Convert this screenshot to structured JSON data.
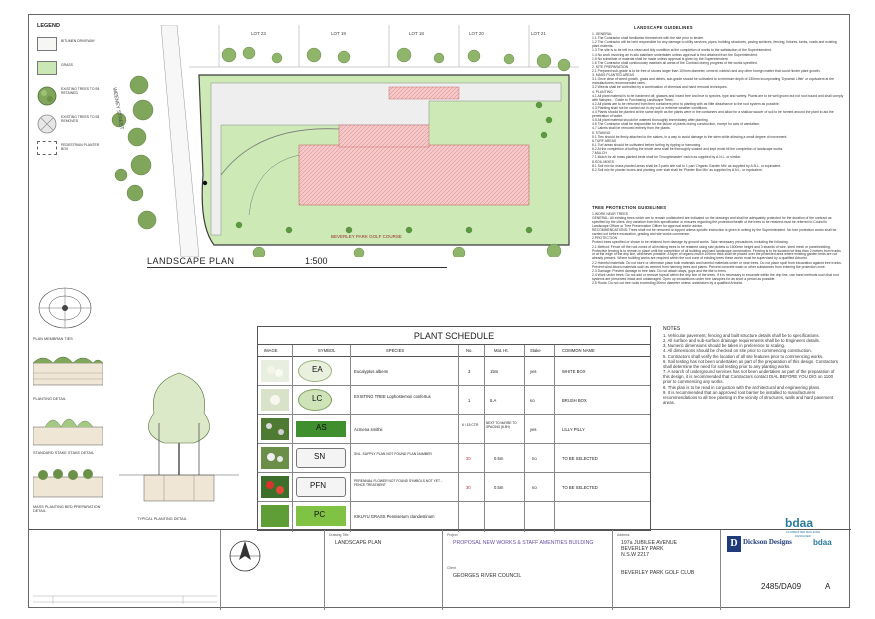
{
  "legend": {
    "title": "LEGEND",
    "items": [
      {
        "label": "BITUMEN DRIVEWAY",
        "swatch": "#f6f6f4"
      },
      {
        "label": "GRASS",
        "swatch": "#c9e8b3"
      },
      {
        "label": "EXISTING TREES TO BE RETAINED",
        "swatch": "#7fa65a"
      },
      {
        "label": "EXISTING TREES TO BE REMOVED",
        "swatch": "#e7e7e7"
      },
      {
        "label": "PEDESTRIAN PLANTER BOX",
        "swatch": "#ffffff"
      }
    ]
  },
  "plan": {
    "title": "LANDSCAPE PLAN",
    "scale": "1:500",
    "street": "WEENEY STREET",
    "golf_course": "BEVERLEY PARK GOLF COURSE",
    "lots": [
      "LOT 23",
      "LOT 19",
      "LOT 18",
      "LOT 20",
      "LOT 21"
    ]
  },
  "guidelines": {
    "title": "LANDSCAPE GUIDELINES",
    "paragraphs": [
      "1. GENERAL",
      "1.1 The Contractor shall familiarise themselves with the site prior to tender.",
      "1.2 The Contractor will be held responsible for any damage to utility services, pipes, building structures, paving surfaces, fencing, fixtures, kerbs, roads and existing plant material.",
      "1.3 The site is to be left in a clean and tidy condition at the completion of works to the satisfaction of the Superintendent.",
      "1.4 No work involving an in-situ stabilizer undertaken unless approval is first obtained from the Superintendent.",
      "1.5 No substitute of material shall be made unless approval is given by the Superintendent.",
      "1.6 The Contractor shall continuously maintain all areas of the Contract during progress of the works specified.",
      "2. SITE PREPARATION",
      "2.1 Prepared sub-grade is to be free of stones larger than 100mm diameter, cement, rubbish and any other foreign matter that could hinder plant growth.",
      "3. MASS PLANTED AREAS",
      "3.1 Once clear of weed growth, grass and debris, sub-grade should be cultivated to a minimum depth of 150mm incorporating 'Dynamic Lifter' or equivalent at the manufacturers recommended rates.",
      "3.2 Weeds shall be controlled by a combination of chemical and hand removal techniques.",
      "4. PLANTING",
      "4.1 All plant material is to be hardened off, glasses and insect free and true to species, type and variety. Plants are to be well grown but not root bound and shall comply with Natspec - 'Guide to Purchasing Landscape Trees'.",
      "4.2 All plants are to be removed from their containers prior to planting with as little disturbance to the root system as possible.",
      "4.3 Planting shall not be carried out in dry soil or extreme weather conditions.",
      "4.4 Plants should be planted at the same depth as the plants were in the containers and allow for a shallow saucer of soil to be formed around the plant to aid the penetration of water.",
      "4.5 All plant material should be watered thoroughly immediately after planting.",
      "4.6 The Contractor shall be responsible for the failure of plants during construction, except for acts of vandalism.",
      "4.7 Labels shall be removed entirely from the plants.",
      "5. STAKING",
      "5.1 Ties should be firmly attached to the stakes, in a way to avoid damage to the stem while allowing a small degree of movement.",
      "6.TURF AREAS",
      "6.1 Turf areas should be cultivated before turfing by ripping or harrowing.",
      "6.2 At the completion of turfing the whole area shall be thoroughly soaked and kept moist till the completion of landscape works.",
      "7.MULCH",
      "7.1 Mulch for all mass planted beds shall be 'Droughtmaster' mulch as supplied by A.N.L. or similar.",
      "8.SOIL MIXES",
      "8.1 Soil mix for mass planted areas shall be 3 parts site soil to 1 part 'Organic Garden Mix' as supplied by A.N.L. or equivalent.",
      "8.2 Soil mix for planter boxes and planting over slab shall be 'Planter Box Mix' as supplied by A.N.L. or equivalent."
    ]
  },
  "tree_protection": {
    "title": "TREE PROTECTION GUIDELINES",
    "paragraphs": [
      "1.WORK NEAR TREES",
      "GENERAL: All existing trees which are to remain undisturbed are indicated on the drawings and shall be adequately protected for the duration of the contract as specified by the client. Any variation from this specification or ensures regarding the protection/health of the trees to be retained must be referred to Council's Landscape Officer or Tree Preservation Officer for approval and/or advice.",
      "RECOMMENDATIONS: Trees shall not be removed or lopped unless specific instruction is given in writing by the Superintendent. No tree protection works shall be carried out before excavation, grading and site works commence.",
      "2.PROTECTION",
      "Protect trees specified or shown to be retained from damage by ground works. Take necessary precautions, including the following:",
      "2.1 Method: Fence off the root zones of all existing trees to be retained using star pickets to 1500mm height and 3 strands of wire, shed mesh or panel/welding. Protective fencing is to remain in place until the completion of all building and hard landscape construction. Fencing is to be located not less than 2 metres from trunks or at the edge of the drip line, whichever possible. A layer of organic mulch 100mm thick shall be placed over the protected area where existing garden beds are not already present. Where building works are required within the root zone of existing trees these works must be supervised by a qualified Arborist.",
      "2.2 Harmful materials: Do not store or otherwise place bulk materials and harmful materials under or near trees. Do not place spoil from excavation against tree trunks. Prevent wind-blown materials such as cement from harming trees and plants. Prevent concrete wash or other substances from entering the protection zone.",
      "2.3 Damage: Prevent damage to tree bark. Do not attach stays, guys and the like to trees.",
      "2.4 Work under trees: Do not add or remove topsoil within the drip line of the trees. If it is necessary to excavate within the drip line, use hand methods such that root systems are preserved intact and undamaged. Open up excavations under tree canopies for as short a period as possible.",
      "2.5 Roots: Do not cut tree roots exceeding 50mm diameter unless undertaken by a qualified Arborist."
    ]
  },
  "notes": {
    "title": "NOTES",
    "items": [
      "1. Vehicular pavement, fencing and built structure details shall be to specifications.",
      "2. All surface and sub-surface drainage requirements shall be to Engineers details.",
      "3. Numeric dimensions should be taken in preference to scaling.",
      "4. All dimensions should be checked on site prior to commencing construction.",
      "5. Contractors shall verify the location of all site features prior to commencing works.",
      "6. Soil testing has not been undertaken as part of the preparation of this design. Contractors shall determine the need for soil testing prior to any planting works.",
      "7. A search of underground services has not been undertaken as part of the preparation of this design, it is recommended that Contractors contact DIAL BEFORE YOU DIG on 1100 prior to commencing any works.",
      "8. This plan is to be read in conjuction with the architectural and engineering plans.",
      "9. It is recommended that an approved root barrier be installed to manufacturers recommendations to all tree planting in the vicinity of structures, walls and hard pavement areas."
    ]
  },
  "schedule": {
    "title": "PLANT SCHEDULE",
    "headers": [
      "IMAGE",
      "SYMBOL",
      "SPECIES",
      "No.",
      "Mat. Ht.",
      "Stake",
      "COMMON NAME"
    ],
    "rows": [
      {
        "code": "EA",
        "species": "Eucalyptus albens",
        "no": "3",
        "height": "15m",
        "stake": "yes",
        "common": "WHITE BOX",
        "color": "#e9f1de"
      },
      {
        "code": "LC",
        "species": "EXISTING TREE Lophostemon confertus",
        "no": "1",
        "height": "5.A",
        "stake": "no",
        "common": "BRUSH BOX",
        "color": "#cfe3b8"
      },
      {
        "code": "AS",
        "species": "Acmena smithii",
        "no": "6 / 15 CTR",
        "height": "NEXT TO MAYBE TO SPACING (8.5H)",
        "stake": "yes",
        "common": "LILLY PILLY",
        "color": "#3f8f2f"
      },
      {
        "code": "SN",
        "species": "SNL. SUPPLY PLAN NOT FOUND PLAN NUMBER",
        "no": "30",
        "height": "0.5m",
        "stake": "no",
        "common": "TO BE SELECTED",
        "color": "#f4f4f4"
      },
      {
        "code": "PFN",
        "species": "PERENNIAL FLOWER NOT FOUND SYMBOLS NOT YET - FENCE TREATMENT",
        "no": "30",
        "height": "0.5m",
        "stake": "no",
        "common": "TO BE SELECTED",
        "color": "#f4f4f4"
      },
      {
        "code": "PC",
        "species": "KIKUYU GRASS Pennisetum clandestinum",
        "no": "",
        "height": "",
        "stake": "",
        "common": "",
        "color": "#7fc244"
      }
    ]
  },
  "details": {
    "plan_maintain": "PLAN MEMBRAN TIES",
    "planting_detail": "PLANTING DETAIL",
    "standard_stake": "STANDARD STAKE STAKE DETAIL",
    "mass_planting": "MASS PLANTING BED PREPARATION DETAIL",
    "typical_planting": "TYPICAL PLANTING DETAIL"
  },
  "title_block": {
    "drawing_title_key": "Drawing Title",
    "drawing_title": "LANDSCAPE PLAN",
    "project_key": "Project",
    "project": "PROPOSAL NEW WORKS & STAFF AMENITIES BUILDING",
    "client_key": "Client",
    "client": "GEORGES RIVER COUNCIL",
    "address_key": "Address",
    "address_lines": [
      "197a JUBILEE AVENUE",
      "BEVERLEY PARK",
      "N.S.W   2217"
    ],
    "club": "BEVERLEY PARK GOLF CLUB",
    "firm": "Dickson Designs",
    "badge": "bdaa",
    "badge_sub": "ACCREDITED BUILDING DESIGNER",
    "doc_number": "2485/DA09",
    "revision": "A"
  }
}
